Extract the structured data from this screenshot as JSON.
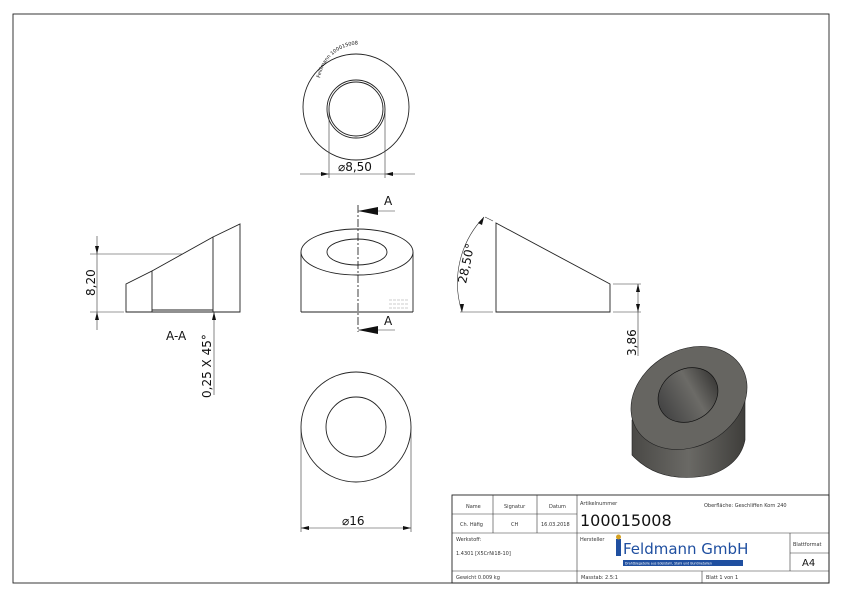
{
  "drawing": {
    "engraving": "Feldmann 100015008",
    "top_view": {
      "diameter_label": "⌀8,50"
    },
    "bottom_view": {
      "diameter_label": "⌀16"
    },
    "front_view": {
      "section_marker_top": "A",
      "section_marker_bottom": "A"
    },
    "section_view": {
      "title": "A-A",
      "height_label": "8,20",
      "chamfer_label": "0,25 X 45°"
    },
    "side_view": {
      "angle_label": "28,50°",
      "height_label": "3,86"
    },
    "render_color": "#5e5d5a"
  },
  "title_block": {
    "name_header": "Name",
    "signature_header": "Signatur",
    "date_header": "Datum",
    "name": "Ch. Häfig",
    "signature": "CH",
    "date": "16.03.2018",
    "article_label": "Artikelnummer",
    "article_number": "100015008",
    "surface": "Oberfläche:  Geschliffen Korn 240",
    "material_label": "Werkstoff:",
    "material": "1.4301 [X5CrNi18-10]",
    "manufacturer_label": "Hersteller",
    "logo_text": "Feldmann GmbH",
    "logo_tagline": "Drahtbiegeteile aus Edelstahl, Stahl und Buntmetallen",
    "format_label": "Blattformat",
    "format": "A4",
    "weight": "Gewicht 0.009 kg",
    "scale": "Masstab: 2.5:1",
    "sheet": "Blatt 1 von 1",
    "brand_color": "#1f4fa0"
  }
}
